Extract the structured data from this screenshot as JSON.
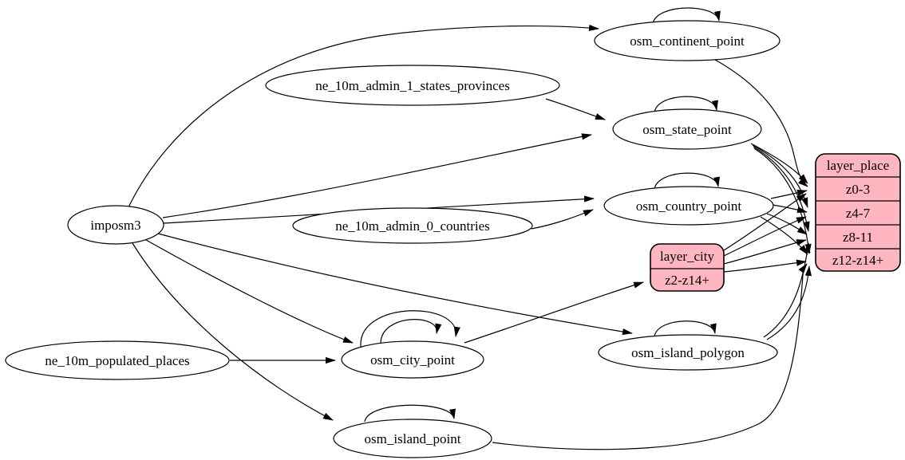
{
  "diagram": {
    "kind": "graphviz-etl-dependency-graph",
    "colors": {
      "background": "#ffffff",
      "node_fill": "#ffffff",
      "record_fill": "#ffb6c1",
      "edge": "#000000",
      "border": "#000000"
    },
    "nodes": {
      "imposm3": {
        "label": "imposm3"
      },
      "ne_10m_admin_1_states_provinces": {
        "label": "ne_10m_admin_1_states_provinces"
      },
      "ne_10m_admin_0_countries": {
        "label": "ne_10m_admin_0_countries"
      },
      "ne_10m_populated_places": {
        "label": "ne_10m_populated_places"
      },
      "osm_continent_point": {
        "label": "osm_continent_point"
      },
      "osm_state_point": {
        "label": "osm_state_point"
      },
      "osm_country_point": {
        "label": "osm_country_point"
      },
      "osm_city_point": {
        "label": "osm_city_point"
      },
      "osm_island_polygon": {
        "label": "osm_island_polygon"
      },
      "osm_island_point": {
        "label": "osm_island_point"
      }
    },
    "records": {
      "layer_city": {
        "title": "layer_city",
        "rows": [
          "z2-z14+"
        ]
      },
      "layer_place": {
        "title": "layer_place",
        "rows": [
          "z0-3",
          "z4-7",
          "z8-11",
          "z12-z14+"
        ]
      }
    },
    "edges": [
      {
        "from": "imposm3",
        "to": "osm_continent_point"
      },
      {
        "from": "imposm3",
        "to": "osm_state_point"
      },
      {
        "from": "imposm3",
        "to": "osm_country_point"
      },
      {
        "from": "imposm3",
        "to": "osm_city_point"
      },
      {
        "from": "imposm3",
        "to": "osm_island_polygon"
      },
      {
        "from": "imposm3",
        "to": "osm_island_point"
      },
      {
        "from": "ne_10m_admin_1_states_provinces",
        "to": "osm_state_point"
      },
      {
        "from": "ne_10m_admin_0_countries",
        "to": "osm_country_point"
      },
      {
        "from": "ne_10m_populated_places",
        "to": "osm_city_point"
      },
      {
        "from": "osm_continent_point",
        "to": "osm_continent_point",
        "self_loop": true
      },
      {
        "from": "osm_state_point",
        "to": "osm_state_point",
        "self_loop": true
      },
      {
        "from": "osm_country_point",
        "to": "osm_country_point",
        "self_loop": true
      },
      {
        "from": "osm_city_point",
        "to": "osm_city_point",
        "self_loop": true
      },
      {
        "from": "osm_city_point",
        "to": "osm_city_point",
        "self_loop": true
      },
      {
        "from": "osm_island_polygon",
        "to": "osm_island_polygon",
        "self_loop": true
      },
      {
        "from": "osm_island_point",
        "to": "osm_island_point",
        "self_loop": true
      },
      {
        "from": "osm_city_point",
        "to": "layer_city:z2-z14+"
      },
      {
        "from": "osm_continent_point",
        "to": "layer_place:z0-3"
      },
      {
        "from": "osm_state_point",
        "to": "layer_place:z0-3"
      },
      {
        "from": "osm_state_point",
        "to": "layer_place:z4-7"
      },
      {
        "from": "osm_state_point",
        "to": "layer_place:z8-11"
      },
      {
        "from": "osm_state_point",
        "to": "layer_place:z12-z14+"
      },
      {
        "from": "osm_country_point",
        "to": "layer_place:z0-3"
      },
      {
        "from": "osm_country_point",
        "to": "layer_place:z4-7"
      },
      {
        "from": "osm_country_point",
        "to": "layer_place:z8-11"
      },
      {
        "from": "osm_country_point",
        "to": "layer_place:z12-z14+"
      },
      {
        "from": "layer_city",
        "to": "layer_place:z0-3"
      },
      {
        "from": "layer_city",
        "to": "layer_place:z4-7"
      },
      {
        "from": "layer_city",
        "to": "layer_place:z8-11"
      },
      {
        "from": "layer_city",
        "to": "layer_place:z12-z14+"
      },
      {
        "from": "osm_island_polygon",
        "to": "layer_place:z8-11"
      },
      {
        "from": "osm_island_polygon",
        "to": "layer_place:z12-z14+"
      },
      {
        "from": "osm_island_point",
        "to": "layer_place:z12-z14+"
      }
    ]
  }
}
